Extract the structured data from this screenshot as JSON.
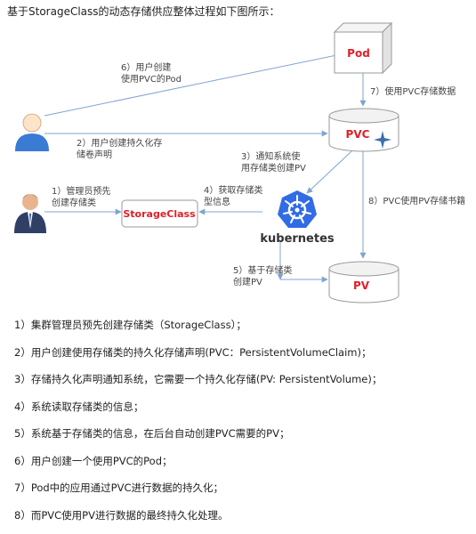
{
  "intro": "基于StorageClass的动态存储供应整体过程如下图所示：",
  "diagram": {
    "nodes": {
      "pod": "Pod",
      "pvc": "PVC",
      "pv": "PV",
      "storageclass": "StorageClass",
      "kubernetes": "kubernetes"
    },
    "labels": {
      "s1a": "1）管理员预先",
      "s1b": "创建存储类",
      "s2a": "2）用户创建持久化存",
      "s2b": "储卷声明",
      "s3a": "3）通知系统使",
      "s3b": "用存储类创建PV",
      "s4a": "4）获取存储类",
      "s4b": "型信息",
      "s5a": "5）基于存储类",
      "s5b": "创建PV",
      "s6a": "6）用户创建",
      "s6b": "使用PVC的Pod",
      "s7": "7）使用PVC存储数据",
      "s8": "8）PVC使用PV存储书籍"
    },
    "colors": {
      "node_text": "#e0202a",
      "arrow": "#7fa4cf",
      "k8s_blue": "#326ce5",
      "user_blue": "#3a7bd5"
    }
  },
  "steps": [
    "1）集群管理员预先创建存储类（StorageClass）；",
    "2）用户创建使用存储类的持久化存储声明(PVC：PersistentVolumeClaim)；",
    "3）存储持久化声明通知系统，它需要一个持久化存储(PV: PersistentVolume)；",
    "4）系统读取存储类的信息；",
    "5）系统基于存储类的信息，在后台自动创建PVC需要的PV；",
    "6）用户创建一个使用PVC的Pod；",
    "7）Pod中的应用通过PVC进行数据的持久化；",
    "8）而PVC使用PV进行数据的最终持久化处理。"
  ]
}
